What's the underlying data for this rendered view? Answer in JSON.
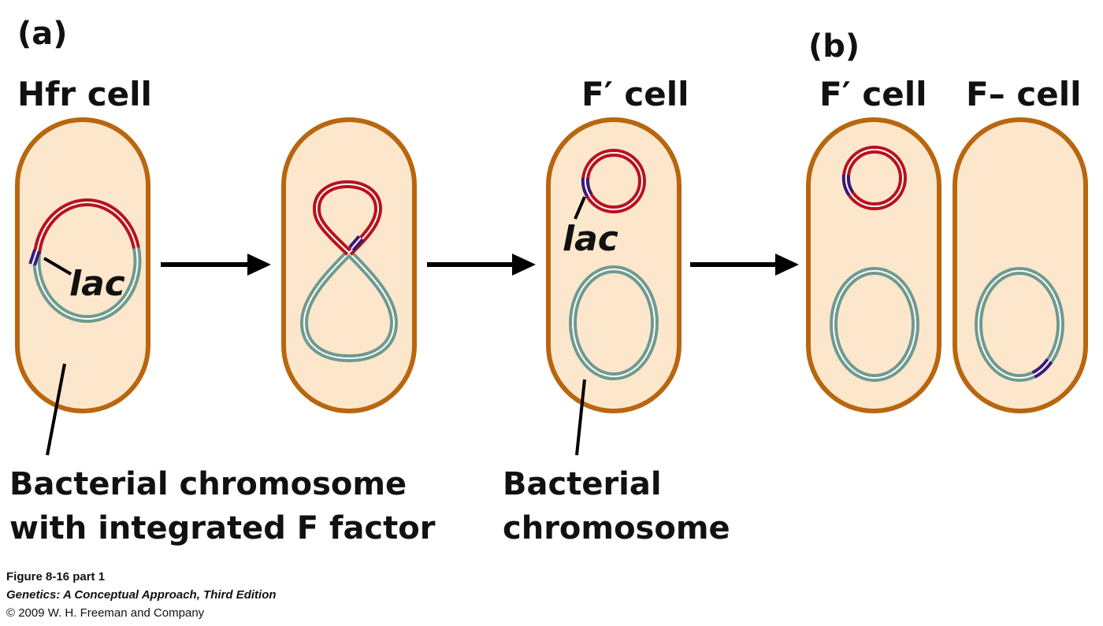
{
  "panels": {
    "a": "(a)",
    "b": "(b)"
  },
  "cell_titles": {
    "hfr": "Hfr cell",
    "fprime_a": "F′ cell",
    "fprime_b": "F′ cell",
    "fminus": "F– cell"
  },
  "gene_label": "lac",
  "captions": {
    "left_line1": "Bacterial chromosome",
    "left_line2": "with integrated F factor",
    "mid_line1": "Bacterial",
    "mid_line2": "chromosome"
  },
  "credits": {
    "figure": "Figure 8-16 part 1",
    "book": "Genetics: A Conceptual Approach, Third Edition",
    "copyright": "© 2009 W. H. Freeman and Company"
  },
  "colors": {
    "cell_fill": "#fde7cc",
    "cell_border": "#b8660f",
    "chromosome": "#6f9a8f",
    "f_factor": "#b8121e",
    "lac_segment": "#3a1a78",
    "arrow": "#000000"
  }
}
